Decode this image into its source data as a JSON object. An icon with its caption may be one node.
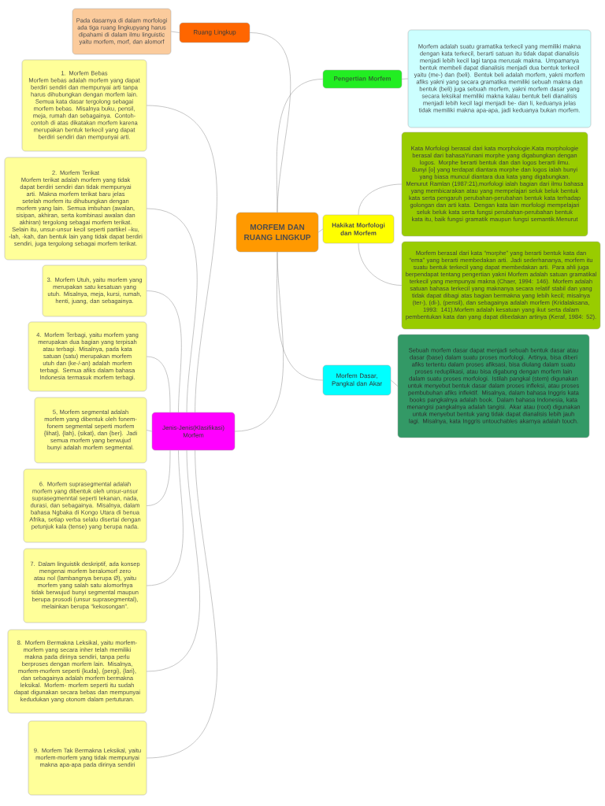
{
  "diagram": {
    "nodes": [
      {
        "text": [
          "MORFEM DAN RUANG LINGKUP"
        ]
      },
      {
        "text": [
          "Ruang Lingkup"
        ]
      },
      {
        "text": [
          "Pada dasarnya di dalam morfologi ada tiga ruang lingkupyang harus dipahami di dalam ilmu linguistic yaitu morfem, morf, dan alomorf"
        ]
      },
      {
        "text": [
          "Pengertian Morfem"
        ]
      },
      {
        "text": [
          "Morfem adalah suatu gramatika terkecil yang memiliki makna dengan kata terkecil, berarti satuan itu tidak dapat dianalisis menjadi lebih kecil lagi tanpa merusak makna. Umpamanya bentuk membeli dapat dianalisis menjadi dua bentuk terkecil yaitu (me-) dan (beli). Bentuk beli adalah morfem, yakni morfem afiks yakni yang secara gramatika memiliki sebuah makna dan bentuk (beli) juga sebuah morfem, yakni morfem dasar yang secara leksikal memiliki makna kalau bentuk beli dianalisis menjadi lebih kecil lagi menjadi be- dan li, keduanya jelas tidak memiliki makna apa-apa, jadi keduanya bukan morfem."
        ]
      },
      {
        "text": [
          "Hakikat Morfologi dan Morfem"
        ]
      },
      {
        "text": [
          "Kata Morfologi berasal dari kata morphologie.Kata morphologie berasal dari bahasaYunani morphe yang digabungkan dengan logos. Morphe berarti bentuk dan dan logos berarti ilmu. Bunyi [o] yang terdapat diantara morphe dan logos ialah bunyi yang biasa muncul diantara dua kata yang digabungkan.",
          "Menurut Ramlan (1987:21),morfologi ialah bagian dari ilmu bahasa yang membicarakan atau yang mempelajari seluk beluk bentuk kata serta pengaruh perubahan-perubahan bentuk kata terhadap golongan dan arti kata. Dengan kata lain morfologi mempelajari seluk beluk kata serta fungsi perubahan-perubahan bentuk kata itu, baik fungsi gramatik maupun fungsi semantik.Menurut"
        ]
      },
      {
        "text": [
          "Morfem berasal dari kata “morphe” yang berarti bentuk kata dan “ema” yang berarti membedakan arti. Jadi sederhananya, morfem itu suatu bentuk terkecil yang dapat membedakan arti. Para ahli juga berpendapat tentang pengertian yakni Morfem adalah satuan gramatikal terkecil yang mempunyai makna (Chaer, 1994: 146). Morfem adalah satuan bahasa terkecil yang maknanya secara relatif stabil dan yang tidak dapat dibagi atas bagian bermakna yang lebih kecil; misalnya (ter-), (di-), (pensil), dan sebagainya adalah morfem (Kridalaksana, 1993: 141).Morfem adalah kesatuan yang ikut serta dalam pembentukan kata dan yang dapat dibedakan artinya (Keraf, 1984: 52)."
        ]
      },
      {
        "text": [
          "Morfem Dasar, Pangkal dan Akar"
        ]
      },
      {
        "text": [
          "Sebuah morfem dasar dapat menjadi sebuah bentuk dasar atau dasar (base) dalam suatu proses morfologi. Artinya, bisa diberi afiks tertentu dalam proses afiksasi, bisa diulang dalam suatu proses reduplikasi, atau bisa digabung dengan morfem lain dalam suatu proses morfologi. Istilah pangkal (stem) digunakan untuk menyebut bentuk dasar dalam proses infleksi, atau proses pembubuhan afiks inflektif. Misalnya, dalam bahasa Inggris kata books pangkalnya adalah book. Dalam bahasa Indonesia, kata menangisi pangkalnya adalah tangisi. Akar atau (root) digunakan untuk menyebut bentuk yang tidak dapat dianalisis lebih jauh lagi. Misalnya, kata Inggris untouchables akarnya adalah touch."
        ]
      },
      {
        "text": [
          "Jenis-Jenis(Klasifikasi) Morfem"
        ]
      },
      {
        "text": [
          "1. Morfem Bebas",
          "Morfem bebas adalah morfem yang dapat berdiri sendiri dan mempunyai arti tanpa harus dihubungkan dengan morfem lain. Semua kata dasar tergolong sebagai morfem bebas. Misalnya buku, pensil, meja, rumah dan sebagainya. Contoh-contoh di atas dikatakan morfem karena merupakan bentuk terkecil yang dapat berdiri sendiri dan mempunyai arti."
        ]
      },
      {
        "text": [
          "2. Morfem Terikat",
          "Morfem terikat adalah morfem yang tidak dapat berdiri sendiri dan tidak mempunyai arti. Makna morfem terikat baru jelas setelah morfem itu dihubungkan dengan morfem yang lain. Semua imbuhan (awalan, sisipan, akhiran, serta kombinasi awalan dan akhiran) tergolong sebagai morfem terikat.",
          "Selain itu, unsur-unsur kecil seperti partikel –ku, -lah, -kah, dan bentuk lain yang tidak dapat berdiri sendiri, juga tergolong sebagai morfem terikat."
        ]
      },
      {
        "text": [
          "3. Morfem Utuh, yaitu morfem yang merupakan satu kesatuan yang utuh. Misalnya, meja, kursi, rumah, henti, juang, dan sebagainya."
        ]
      },
      {
        "text": [
          "4. Morfem Terbagi, yaitu morfem yang merupakan dua bagian yang terpisah atau terbagi. Misalnya, pada kata satuan (satu) merupakan morfem utuh dan (ke-/-an) adalah morfem terbagi. Semua afiks dalam bahasa Indonesia termasuk morfem terbagi."
        ]
      },
      {
        "text": [
          "5, Morfem segmental adalah morfem yang dibentuk oleh fonem- fonem segmental seperti morfem {lihat}, {lah}, {sikat}, dan {ber}. Jadi semua morfem yang berwujud bunyi adalah morfem segmental."
        ]
      },
      {
        "text": [
          "6. Morfem suprasegmental adalah morfem yang dibentuk oleh unsur-unsur suprasegmenntal seperti tekanan, nada, durasi, dan sebagainya. Misalnya, dalam bahasa Ngbaka di Kongo Utara di benua Afrika, setiap verba selalu disertai dengan petunjuk kala (tense) yang berupa nada."
        ]
      },
      {
        "text": [
          "7. Dalam linguistik deskriptif, ada konsep mengenai morfem beralomorf zero atau nol (lambangnya berupa Ø), yaitu morfem yang salah satu alomorfnya tidak berwujud bunyi segmental maupun berupa prosodi (unsur suprasegmental), melainkan berupa “kekosongan”."
        ]
      },
      {
        "text": [
          "8. Morfem Bermakna Leksikal, yaitu morfem-morfem yang secara inher telah memiliki makna pada dirinya sendiri, tanpa perlu berproses dengan morfem lain. Misalnya, morfem-morfem seperti {kuda}, {pergi}, {lari}, dan sebagainya adalah morfem bermakna leksikal. Morfem- morfem seperti itu sudah dapat digunakan secara bebas dan mempunyai kedudukan yang otonom dalam pertuturan."
        ]
      },
      {
        "text": [
          "9. Morfem Tak Bermakna Leksikal, yaitu morfem-morfem yang tidak mempunyai makna apa-apa pada dirinya sendiri"
        ]
      }
    ],
    "edges": [
      {
        "from": 0,
        "to": 1,
        "arrow": "none"
      },
      {
        "from": 1,
        "to": 2,
        "arrow": "none"
      },
      {
        "from": 0,
        "to": 3,
        "arrow": "none"
      },
      {
        "from": 3,
        "to": 4,
        "arrow": "none"
      },
      {
        "from": 0,
        "to": 5,
        "arrow": "none"
      },
      {
        "from": 5,
        "to": 6,
        "arrow": "none"
      },
      {
        "from": 5,
        "to": 7,
        "arrow": "none"
      },
      {
        "from": 0,
        "to": 8,
        "arrow": "none"
      },
      {
        "from": 8,
        "to": 9,
        "arrow": "none"
      },
      {
        "from": 0,
        "to": 10,
        "arrow": "none"
      },
      {
        "from": 10,
        "to": 11,
        "arrow": "none"
      },
      {
        "from": 10,
        "to": 12,
        "arrow": "none"
      },
      {
        "from": 10,
        "to": 13,
        "arrow": "none"
      },
      {
        "from": 10,
        "to": 14,
        "arrow": "none"
      },
      {
        "from": 10,
        "to": 15,
        "arrow": "none"
      },
      {
        "from": 10,
        "to": 16,
        "arrow": "none"
      },
      {
        "from": 10,
        "to": 17,
        "arrow": "none"
      },
      {
        "from": 10,
        "to": 18,
        "arrow": "none"
      },
      {
        "from": 10,
        "to": 19,
        "arrow": "none"
      }
    ]
  }
}
